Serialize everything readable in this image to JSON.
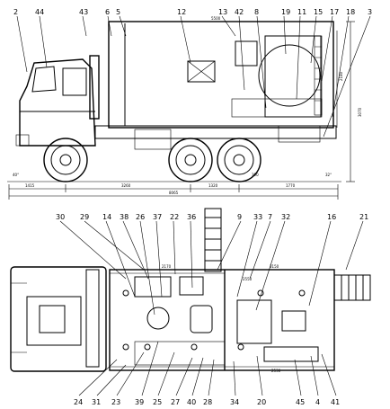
{
  "side_view": {
    "callouts": [
      "2",
      "44",
      "43",
      "6",
      "5",
      "12",
      "13",
      "42",
      "8",
      "19",
      "11",
      "15",
      "17",
      "18",
      "3"
    ],
    "dimensions": {
      "front_overhang": "1415",
      "wheelbase_front": "3260",
      "wheelbase_rear": "1320",
      "rear_overhang": "1770",
      "total_length": "8065",
      "height": "3070",
      "body_height": "2180",
      "body_length": "5500",
      "clearance": "390",
      "approach_angle": "40°",
      "departure_angle": "32°"
    }
  },
  "plan_view": {
    "top_callouts": [
      "30",
      "29",
      "14",
      "38",
      "26",
      "37",
      "22",
      "36",
      "9",
      "33",
      "7",
      "32",
      "16",
      "21"
    ],
    "bottom_callouts": [
      "24",
      "31",
      "23",
      "39",
      "25",
      "27",
      "40",
      "28",
      "34",
      "20",
      "45",
      "4",
      "41"
    ],
    "dimensions": {
      "compartment_left": "2170",
      "compartment_right": "3150",
      "inner_width": "2550",
      "shelf_length": "2530"
    }
  }
}
